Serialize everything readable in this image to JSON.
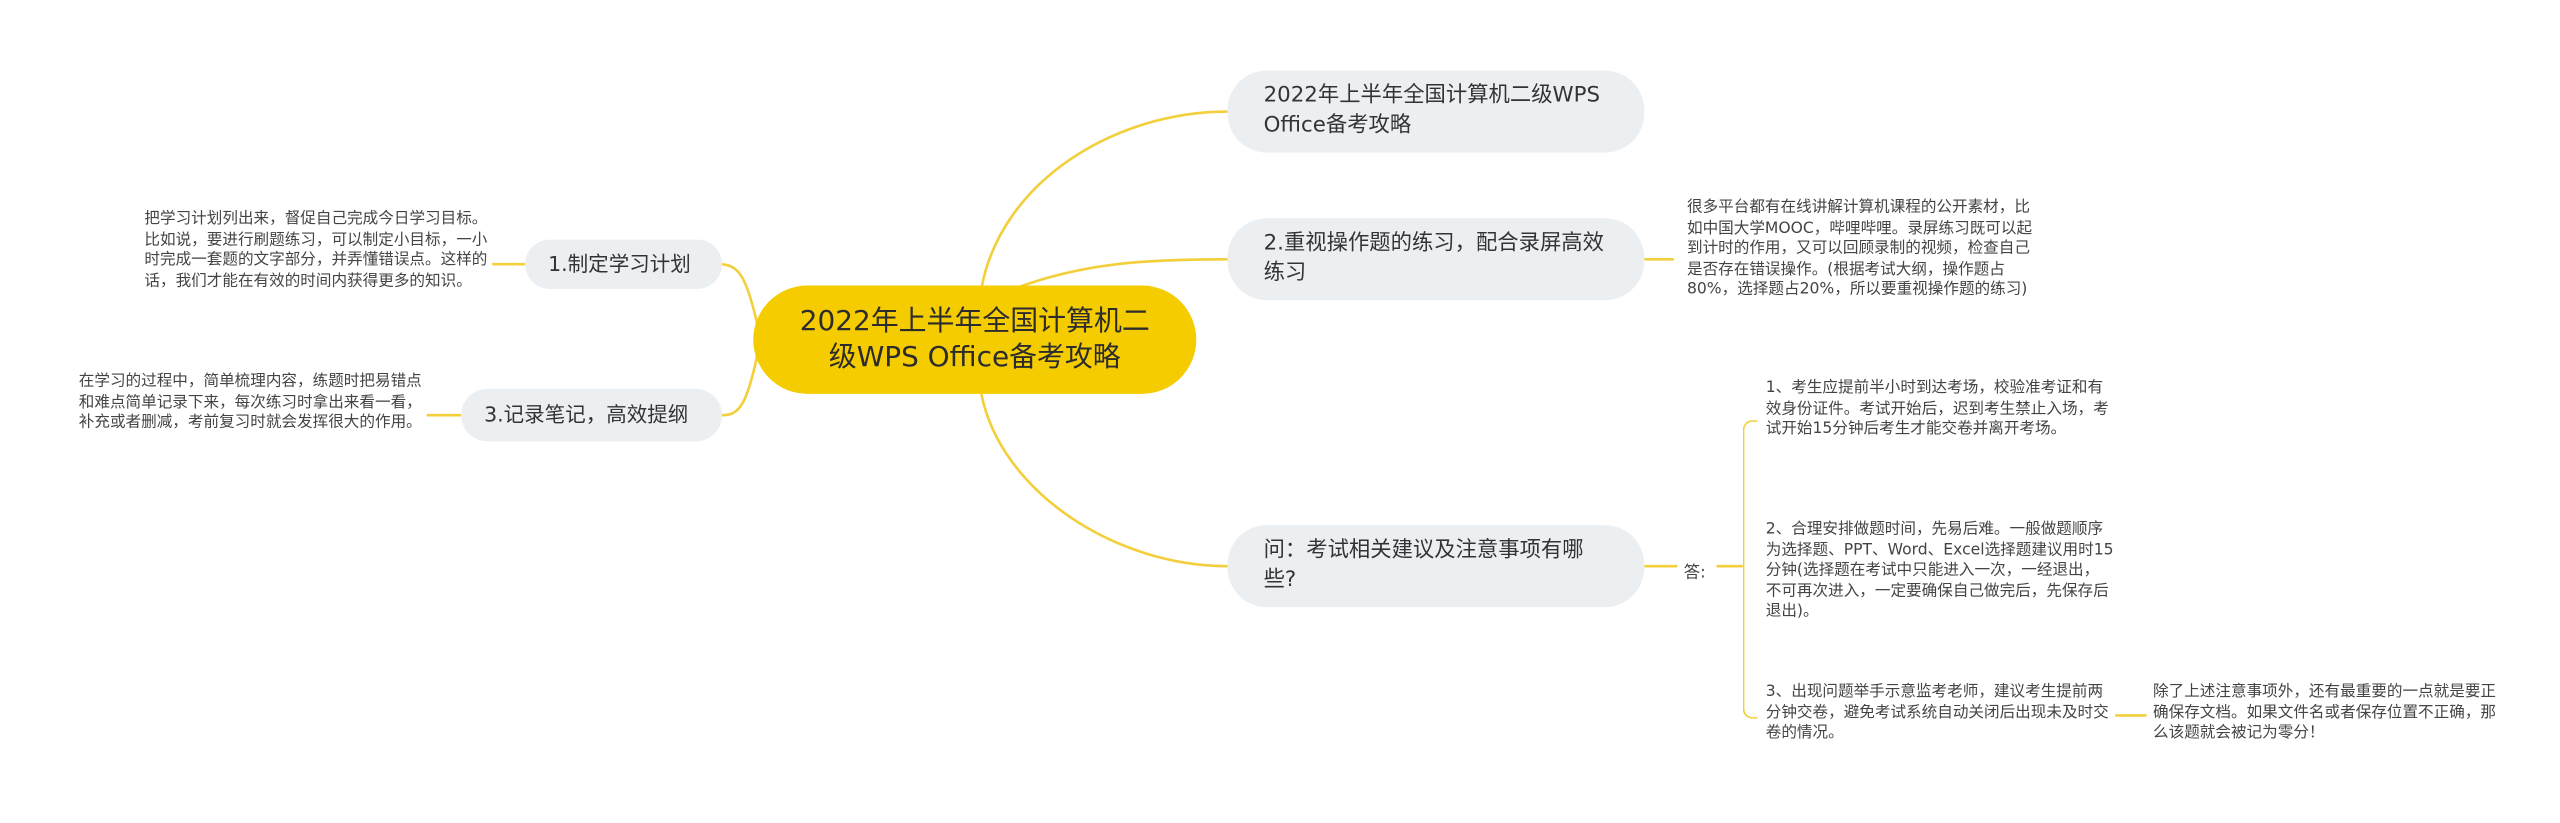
{
  "root": "2022年上半年全国计算机二级WPS Office备考攻略",
  "topics": {
    "t1": "2022年上半年全国计算机二级WPS Office备考攻略",
    "t2": "2.重视操作题的练习，配合录屏高效练习",
    "t3": "问：考试相关建议及注意事项有哪些?",
    "t4": "1.制定学习计划",
    "t5": "3.记录笔记，高效提纲"
  },
  "notes": {
    "n1": "把学习计划列出来，督促自己完成今日学习目标。比如说，要进行刷题练习，可以制定小目标，一小时完成一套题的文字部分，并弄懂错误点。这样的话，我们才能在有效的时间内获得更多的知识。",
    "n2": "在学习的过程中，简单梳理内容，练题时把易错点和难点简单记录下来，每次练习时拿出来看一看，补充或者删减，考前复习时就会发挥很大的作用。",
    "n3": "很多平台都有在线讲解计算机课程的公开素材，比如中国大学MOOC，哔哩哔哩。录屏练习既可以起到计时的作用，又可以回顾录制的视频，检查自己是否存在错误操作。(根据考试大纲，操作题占80%，选择题占20%，所以要重视操作题的练习)"
  },
  "answer_label": "答:",
  "answers": {
    "a1": "1、考生应提前半小时到达考场，校验准考证和有效身份证件。考试开始后，迟到考生禁止入场，考试开始15分钟后考生才能交卷并离开考场。",
    "a2": "2、合理安排做题时间，先易后难。一般做题顺序为选择题、PPT、Word、Excel选择题建议用时15分钟(选择题在考试中只能进入一次，一经退出，不可再次进入，一定要确保自己做完后，先保存后退出)。",
    "a3": "3、出现问题举手示意监考老师，建议考生提前两分钟交卷，避免考试系统自动关闭后出现未及时交卷的情况。",
    "a4": "除了上述注意事项外，还有最重要的一点就是要正确保存文档。如果文件名或者保存位置不正确，那么该题就会被记为零分！"
  },
  "colors": {
    "root": "#f5cc00",
    "topic": "#eceff2",
    "link": "#f2cf3b"
  }
}
